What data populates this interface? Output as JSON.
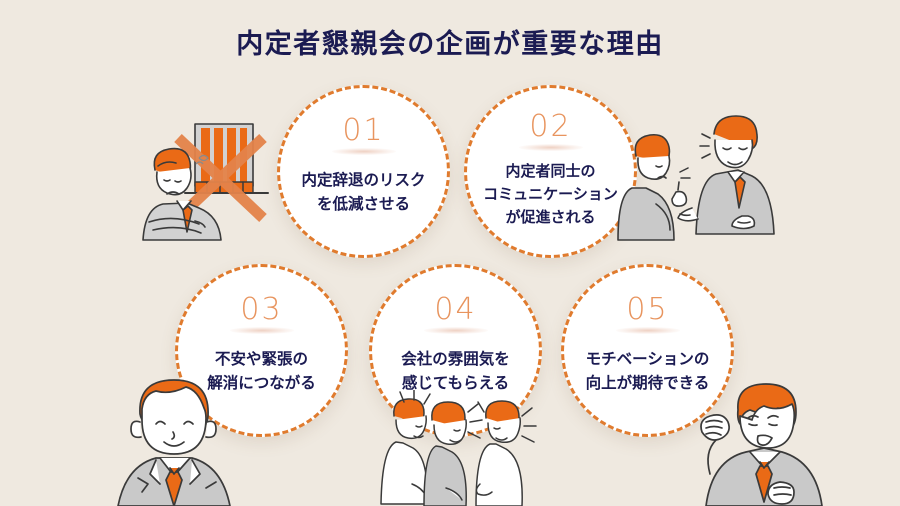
{
  "slide": {
    "title": "内定者懇親会の企画が重要な理由",
    "background_color": "#EFE9E0",
    "title_color": "#1B1B52",
    "accent_color": "#E07B2E",
    "number_color": "#E8945E",
    "circle_fill": "#FFFFFF"
  },
  "reasons": [
    {
      "number": "01",
      "lines": [
        "内定辞退のリスク",
        "を低減させる"
      ],
      "text": "内定辞退のリスクを低減させる",
      "illustration": "sad-businessman-with-crossed-out-chart"
    },
    {
      "number": "02",
      "lines": [
        "内定者同士の",
        "コミュニケーション",
        "が促進される"
      ],
      "text": "内定者同士のコミュニケーションが促進される",
      "illustration": "two-businessmen-conversing"
    },
    {
      "number": "03",
      "lines": [
        "不安や緊張の",
        "解消につながる"
      ],
      "text": "不安や緊張の解消につながる",
      "illustration": "smiling-businessman-bust"
    },
    {
      "number": "04",
      "lines": [
        "会社の雰囲気を",
        "感じてもらえる"
      ],
      "text": "会社の雰囲気を感じてもらえる",
      "illustration": "three-people-chatting"
    },
    {
      "number": "05",
      "lines": [
        "モチベーションの",
        "向上が期待できる"
      ],
      "text": "モチベーションの向上が期待できる",
      "illustration": "businessman-raising-fist"
    }
  ]
}
